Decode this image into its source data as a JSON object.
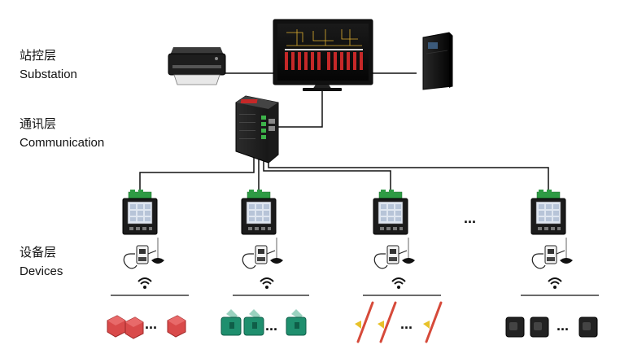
{
  "layers": {
    "station": {
      "cn": "站控层",
      "en": "Substation"
    },
    "communication": {
      "cn": "通讯层",
      "en": "Communication"
    },
    "devices": {
      "cn": "设备层",
      "en": "Devices"
    }
  },
  "ellipsis": "...",
  "sensor_groups": [
    {
      "color": "#d94a4a",
      "kind": "red-block-sensor"
    },
    {
      "color": "#1f8f6e",
      "kind": "green-clip-sensor"
    },
    {
      "color": "#d64a3a",
      "kind": "red-wire-sensor"
    },
    {
      "color": "#222222",
      "kind": "black-block-sensor"
    }
  ]
}
